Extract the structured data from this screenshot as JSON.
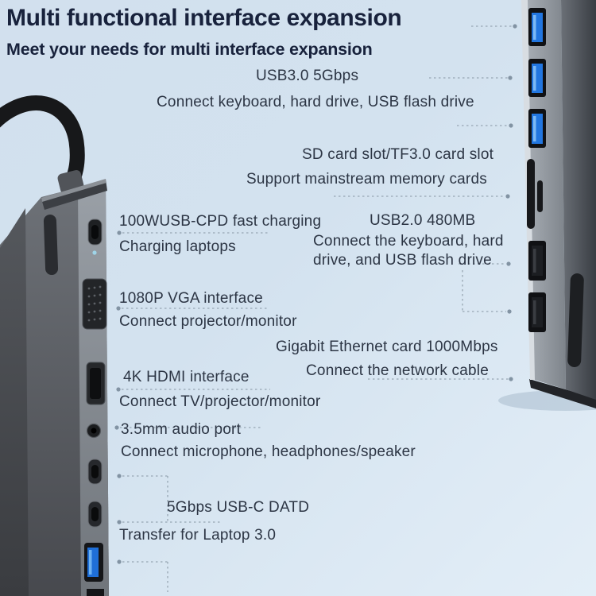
{
  "header": {
    "title": "Multi functional interface expansion",
    "subtitle": "Meet your needs for multi interface expansion"
  },
  "annotations": [
    {
      "title": "USB3.0 5Gbps",
      "desc": "Connect keyboard, hard drive, USB flash drive"
    },
    {
      "title": "SD card slot/TF3.0 card slot",
      "desc": "Support mainstream memory cards"
    },
    {
      "title": "100WUSB-CPD fast charging",
      "desc": "Charging laptops"
    },
    {
      "title": "USB2.0 480MB",
      "desc": "Connect the keyboard, hard drive, and USB flash drive"
    },
    {
      "title": "1080P VGA interface",
      "desc": "Connect projector/monitor"
    },
    {
      "title": "Gigabit Ethernet card 1000Mbps",
      "desc": "Connect the network cable"
    },
    {
      "title": "4K HDMI interface",
      "desc": "Connect TV/projector/monitor"
    },
    {
      "title": "3.5mm audio port",
      "desc": "Connect microphone, headphones/speaker"
    },
    {
      "title": "5Gbps USB-C DATD",
      "desc": "Transfer for Laptop 3.0"
    }
  ],
  "devices": {
    "left_hub_ports": [
      "usb-c-pd",
      "vga",
      "hdmi",
      "audio-3.5mm",
      "usb-c-1",
      "usb-c-2",
      "usb-a-3.0"
    ],
    "right_hub_ports": [
      "usb-a-3.0-1",
      "usb-a-3.0-2",
      "usb-a-3.0-3",
      "sd-slot",
      "tf-slot",
      "usb-a-2.0-1",
      "usb-a-2.0-2"
    ]
  },
  "colors": {
    "background_top": "#d2e0ee",
    "background_bottom": "#e3eef7",
    "title_text": "#18223c",
    "body_text": "#2c3544",
    "usb_port_blue": "#2276e0",
    "usb_port_blue_light": "#7cb9f5",
    "device_gray": "#8a9098",
    "connector_gray": "#94a2af"
  }
}
